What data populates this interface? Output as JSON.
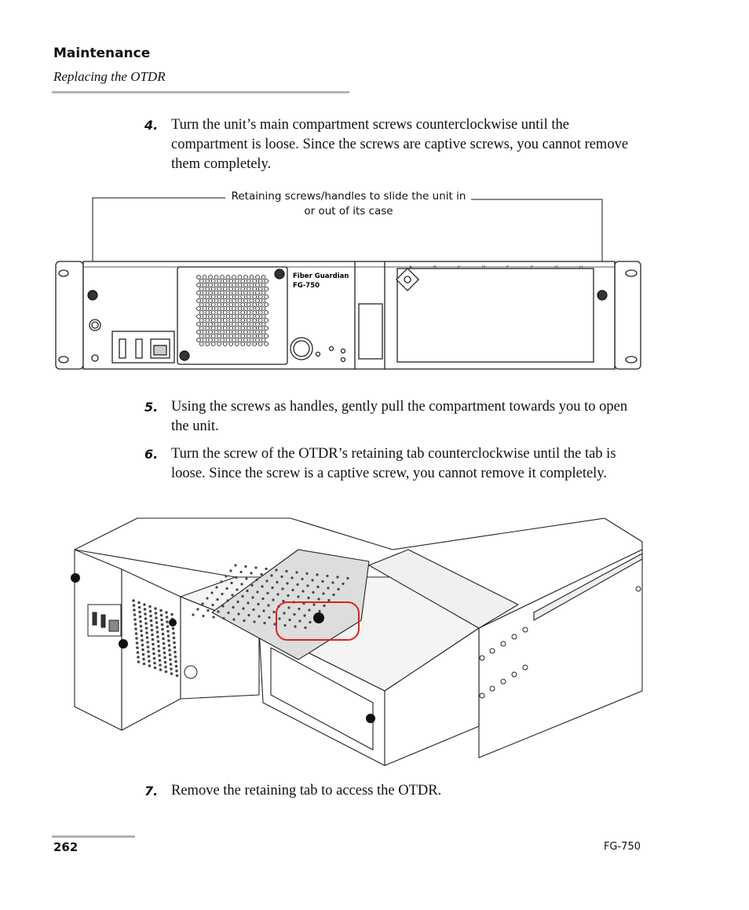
{
  "header": {
    "section": "Maintenance",
    "subsection": "Replacing the OTDR"
  },
  "steps": [
    {
      "number": "4.",
      "text": "Turn the unit’s main compartment screws counterclockwise until the compartment is loose. Since the screws are captive screws, you cannot remove them completely."
    },
    {
      "number": "5.",
      "text": "Using the screws as handles, gently pull the compartment towards you to open the unit."
    },
    {
      "number": "6.",
      "text": "Turn the screw of the OTDR’s retaining tab counterclockwise until the tab is loose. Since the screw is a captive screw, you cannot remove it completely."
    },
    {
      "number": "7.",
      "text": "Remove the retaining tab to access the OTDR."
    }
  ],
  "figure1": {
    "callout": "Retaining screws/handles to slide the unit in or out of its case",
    "brand_label": "Fiber Guardian",
    "model_label": "FG-750",
    "slot_letters": [
      "A",
      "B",
      "C",
      "D",
      "E",
      "F",
      "G",
      "H"
    ]
  },
  "footer": {
    "page_number": "262",
    "document_id": "FG-750"
  },
  "colors": {
    "rule": "#b3b3b3",
    "highlight": "#e02020"
  }
}
